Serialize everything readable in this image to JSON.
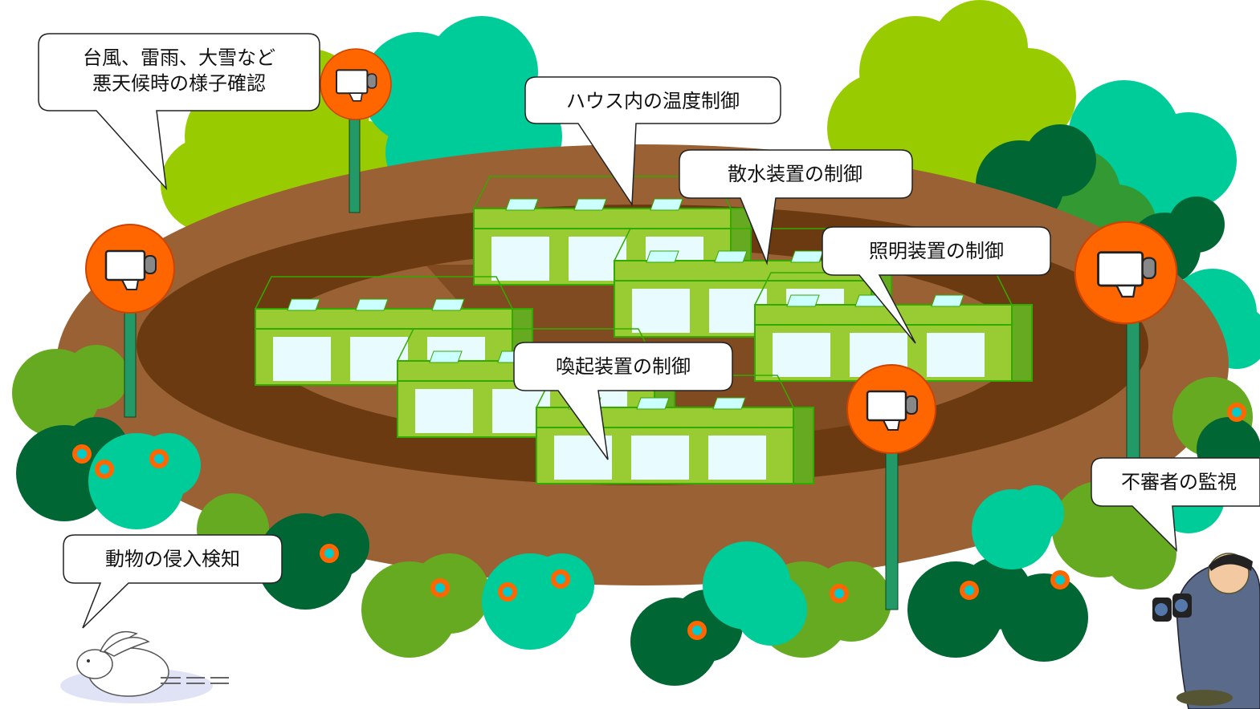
{
  "colors": {
    "ground_outer": "#9a6134",
    "ground_inner": "#6b3a10",
    "trees": [
      "#99cc00",
      "#00cc99",
      "#339933",
      "#006633"
    ],
    "greenhouse": "#99cc33",
    "camera_ring": "#ff6600"
  },
  "callouts": {
    "weather": {
      "line1": "台風、雷雨、大雪など",
      "line2": "悪天候時の様子確認"
    },
    "temperature": "ハウス内の温度制御",
    "sprinkler": "散水装置の制御",
    "lighting": "照明装置の制御",
    "scare": "喚起装置の制御",
    "intruder": "不審者の監視",
    "animal": "動物の侵入検知"
  },
  "icons": {
    "camera": "security-camera-icon",
    "rabbit": "rabbit-icon",
    "watcher": "person-with-binoculars-icon",
    "flower": "flower-icon"
  }
}
